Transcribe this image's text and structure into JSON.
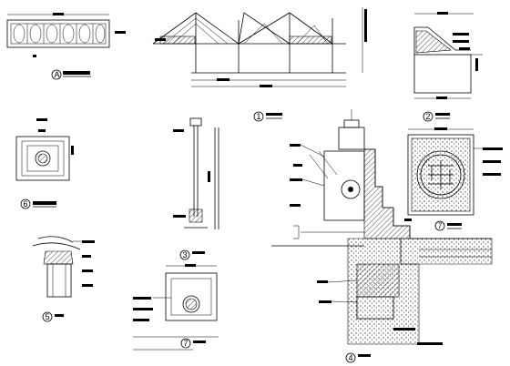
{
  "markers": [
    {
      "id": "A",
      "name": "marker-A"
    },
    {
      "id": "1",
      "name": "marker-1"
    },
    {
      "id": "2",
      "name": "marker-2"
    },
    {
      "id": "6",
      "name": "marker-6"
    },
    {
      "id": "3",
      "name": "marker-3"
    },
    {
      "id": "7",
      "name": "marker-7-right"
    },
    {
      "id": "5",
      "name": "marker-5"
    },
    {
      "id": "7",
      "name": "marker-7-bottom"
    },
    {
      "id": "4",
      "name": "marker-4"
    }
  ],
  "colors": {
    "ink": "#000000",
    "paper": "#ffffff"
  }
}
